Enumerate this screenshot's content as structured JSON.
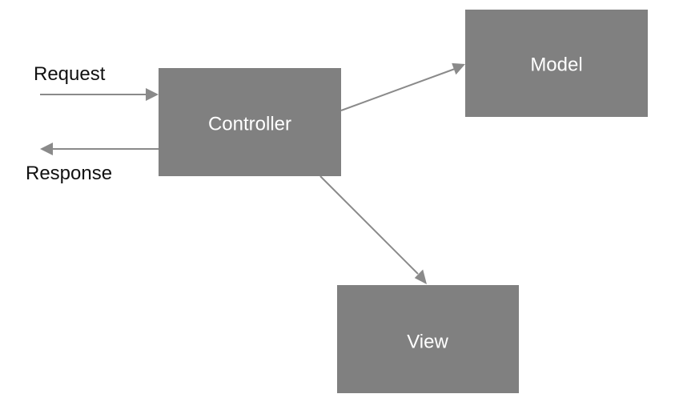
{
  "diagram": {
    "nodes": {
      "controller": {
        "label": "Controller"
      },
      "model": {
        "label": "Model"
      },
      "view": {
        "label": "View"
      }
    },
    "edges": {
      "request": {
        "label": "Request"
      },
      "response": {
        "label": "Response"
      }
    },
    "colors": {
      "box_fill": "#808080",
      "box_text": "#ffffff",
      "arrow": "#8a8a8a",
      "label_text": "#111111"
    }
  }
}
